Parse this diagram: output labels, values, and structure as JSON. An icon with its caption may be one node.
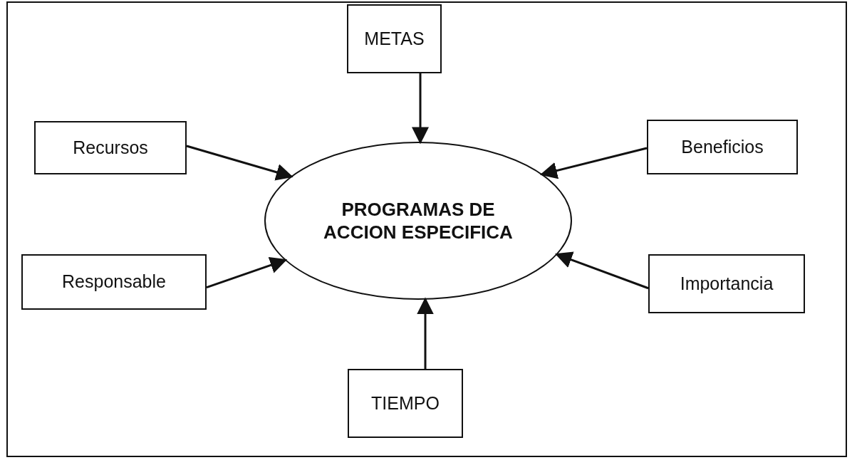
{
  "diagram": {
    "nodes": [
      {
        "text": [
          "PROGRAMAS DE ACCION ESPECIFICA"
        ]
      },
      {
        "text": [
          "METAS"
        ]
      },
      {
        "text": [
          "Recursos"
        ]
      },
      {
        "text": [
          "Beneficios"
        ]
      },
      {
        "text": [
          "Responsable"
        ]
      },
      {
        "text": [
          "Importancia"
        ]
      },
      {
        "text": [
          "TIEMPO"
        ]
      }
    ],
    "edges": [
      {
        "from": 1,
        "to": 0,
        "arrow": "to"
      },
      {
        "from": 2,
        "to": 0,
        "arrow": "to"
      },
      {
        "from": 3,
        "to": 0,
        "arrow": "to"
      },
      {
        "from": 4,
        "to": 0,
        "arrow": "to"
      },
      {
        "from": 5,
        "to": 0,
        "arrow": "to"
      },
      {
        "from": 6,
        "to": 0,
        "arrow": "to"
      }
    ]
  }
}
